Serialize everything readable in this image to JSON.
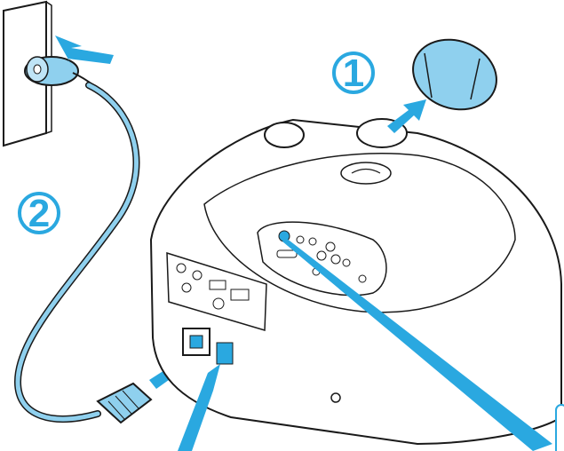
{
  "steps": [
    {
      "number": "1",
      "action": "remove-lens-cap"
    },
    {
      "number": "2",
      "action": "connect-power-cord"
    }
  ],
  "colors": {
    "accent": "#2aa8e0",
    "cord": "#8fd0ee",
    "outline": "#1a1a1a",
    "body": "#ffffff"
  },
  "icons": [
    "arrow-right-icon",
    "arrow-up-right-icon",
    "pointer-beam-icon"
  ]
}
